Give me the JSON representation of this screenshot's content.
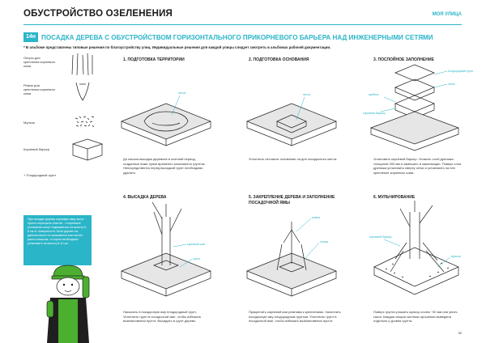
{
  "page_title": "ОБУСТРОЙСТВО ОЗЕЛЕНЕНИЯ",
  "brand": "МОЯ УЛИЦА",
  "section": {
    "code": "14н",
    "title": "ПОСАДКА ДЕРЕВА С ОБУСТРОЙСТВОМ ГОРИЗОНТАЛЬНОГО ПРИКОРНЕВОГО БАРЬЕРА НАД ИНЖЕНЕРНЫМИ СЕТЯМИ"
  },
  "note": "* В альбоме представлены типовые решения по благоустройству улиц. Индивидуальные решения для каждой улицы следует смотреть в альбомах рабочей документации.",
  "legend": [
    {
      "label": "Опоры для крепления корневого кома"
    },
    {
      "label": "Ремни для крепления корневого кома"
    },
    {
      "label": "Мульча"
    },
    {
      "label": "Корневой барьер"
    }
  ],
  "legend_extra": "+ Плодородный грунт",
  "steps": [
    {
      "title": "1. ПОДГОТОВКА ТЕРРИТОРИИ",
      "caption": "До начала высадки деревьев в осенний период, созданные ниже лунки временно засыпаются грунтом. Непосредственно перед высадкой грунт необходимо удалить."
    },
    {
      "title": "2. ПОДГОТОВКА ОСНОВАНИЯ",
      "caption": "Уплотнить песчаное основание на дне посадочного места."
    },
    {
      "title": "3. ПОСЛОЙНОЕ ЗАПОЛНЕНИЕ",
      "caption": "Установить корневой барьер. Уложить слой дренажа толщиной 200 мм и замешать в кашеизации. Поверх слоя дренажа установить сверху сетки и установить на нее крепление корневого кома."
    },
    {
      "title": "4. ВЫСАДКА ДЕРЕВА",
      "caption": "Насыпать в посадочную яму плодородный грунт. Уплотнить грунт в посадочной яме, чтобы избежать возникновения пустот. Высадить в грунт дерево."
    },
    {
      "title": "5. ЗАКРЕПЛЕНИЕ ДЕРЕВА И ЗАПОЛНЕНИЕ ПОСАДОЧНОЙ ЯМЫ",
      "caption": "Прикрепить корневой ком ремнями к креплениям. Заполнить посадочную яму плодородным грунтом. Уплотнить грунт в посадочной яме, чтобы избежать возникновения пустот."
    },
    {
      "title": "6. МУЛЬЧИРОВАНИЕ",
      "caption": "Поверх грунта уложить мульчу слоем ~50 мм или упить газон. Каждая секция системы орошения выведена отдельно у уровня грунта."
    }
  ],
  "annotations": {
    "s1": "песок",
    "s2": "песок",
    "s3_a": "плодородный грунт",
    "s3_b": "сетка",
    "s3_c": "щебень",
    "s3_d": "корневой барьер",
    "s4_a": "корневой ком",
    "s4_b": "грунт",
    "s5_a": "ремни",
    "s5_b": "опоры",
    "s6_a": "корневой барьер",
    "s6_b": "мульча"
  },
  "callout": "При посадке дерева корневую ямку могут просто перекрыть плитой... и корневые утолщения могут подниматься на высоту 5-6 см от поверхности. Если дерево на данном месте не приживется или начнет расти слишком, то корни необходимо установить на высоту 8-10 см",
  "page_number": "32",
  "colors": {
    "accent": "#2bb5c9",
    "ink": "#1f1f1f"
  }
}
